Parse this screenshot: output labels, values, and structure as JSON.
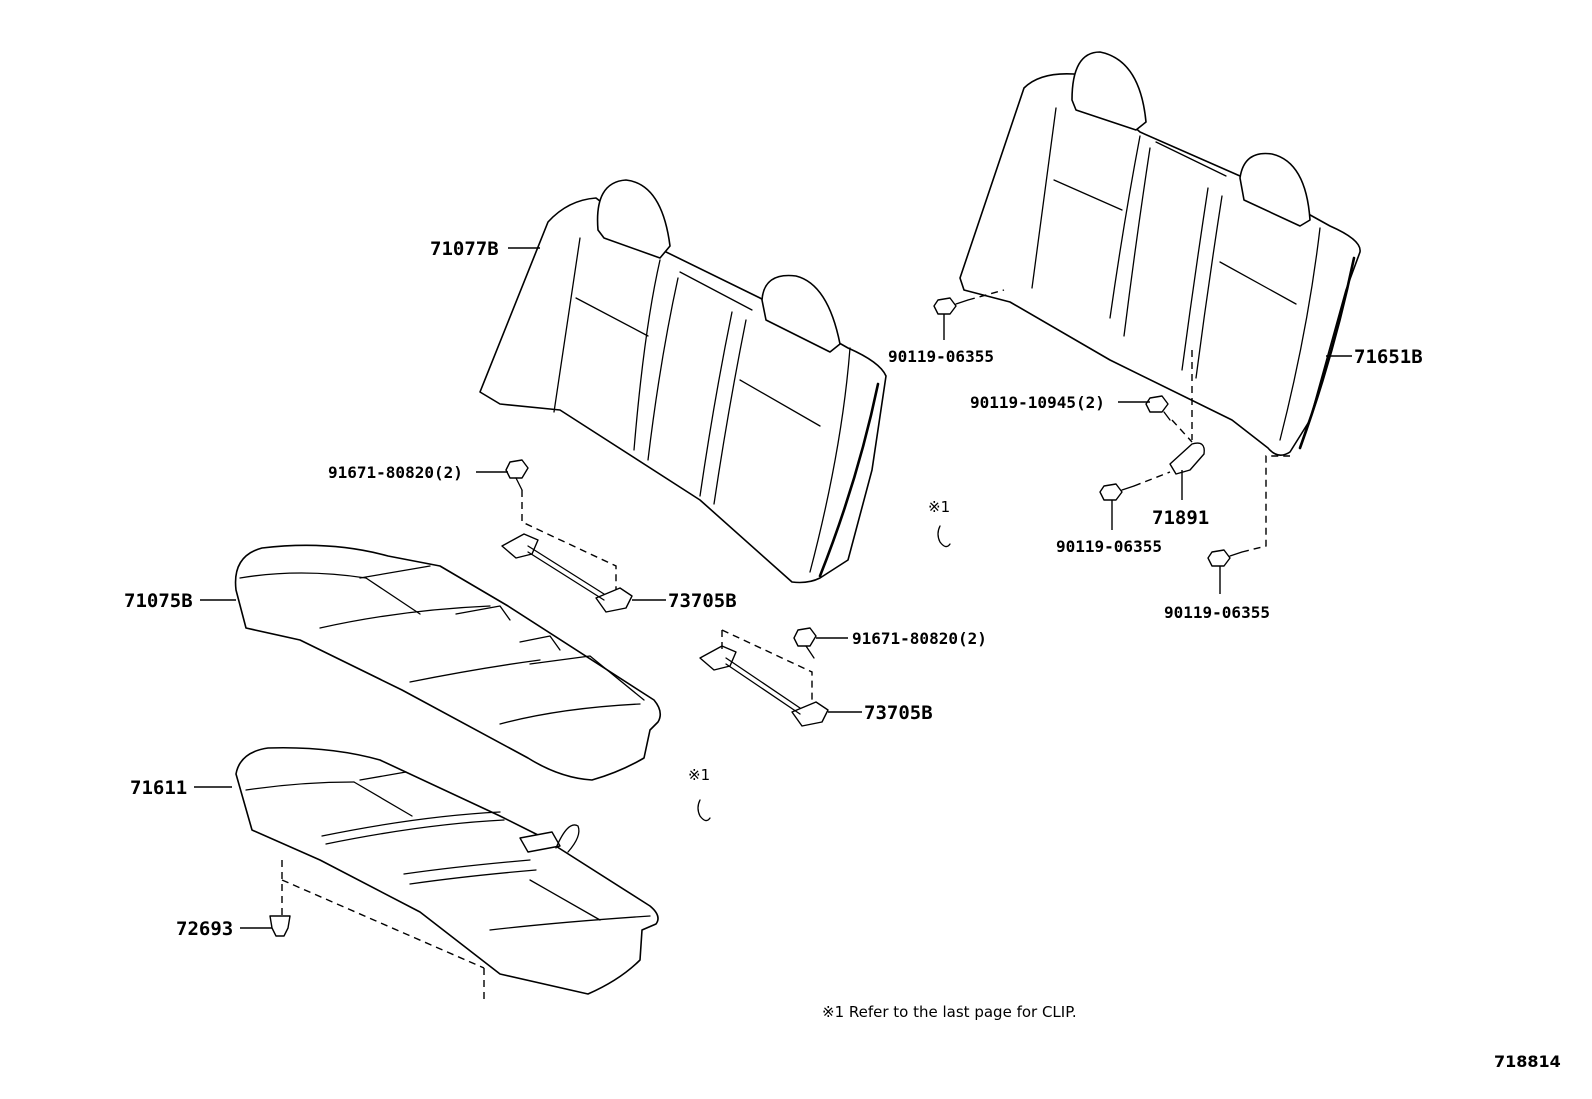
{
  "labels": {
    "p71077B": "71077B",
    "p71075B": "71075B",
    "p71611": "71611",
    "p72693": "72693",
    "p91671_top": "91671-80820(2)",
    "p91671_mid": "91671-80820(2)",
    "p73705B_a": "73705B",
    "p73705B_b": "73705B",
    "p90119_06355_a": "90119-06355",
    "p90119_10945": "90119-10945(2)",
    "p71891": "71891",
    "p90119_06355_b": "90119-06355",
    "p90119_06355_c": "90119-06355",
    "p71651B": "71651B"
  },
  "clip_refs": [
    "※1",
    "※1"
  ],
  "footnote": "※1 Refer to the last page for CLIP.",
  "diagram_number": "718814"
}
